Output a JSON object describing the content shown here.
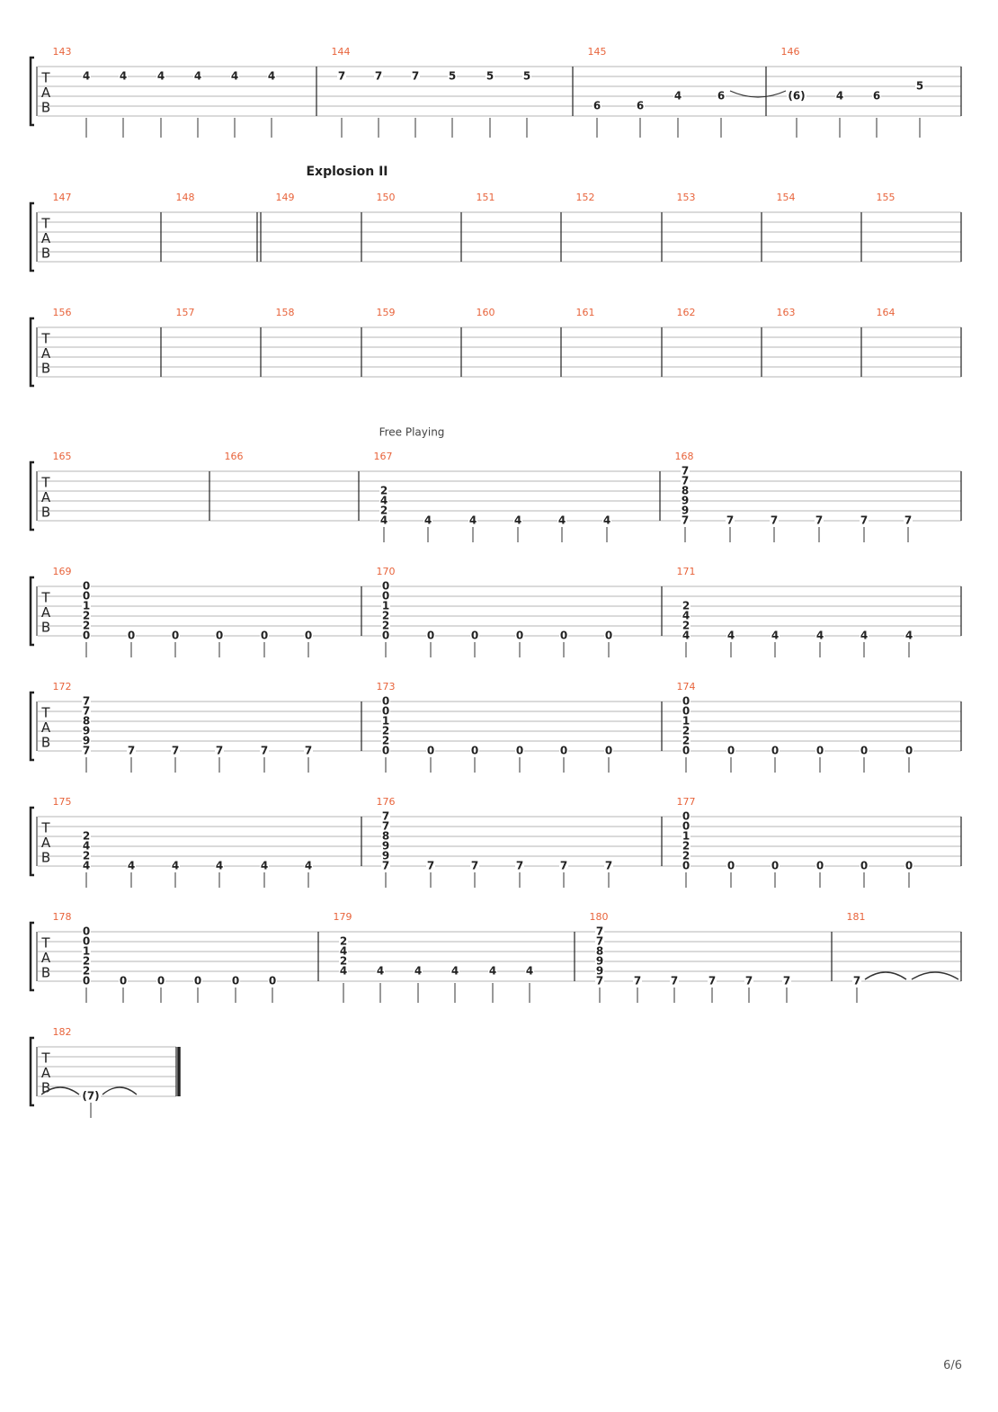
{
  "page": {
    "number_label": "6/6"
  },
  "tab_letters": [
    "T",
    "A",
    "B"
  ],
  "annotations": [
    {
      "id": "section-explosion-2",
      "text": "Explosion II",
      "system": 1,
      "measure": 149
    },
    {
      "id": "free-playing",
      "text": "Free Playing",
      "system": 3,
      "measure": 167
    }
  ],
  "systems": [
    {
      "measures": [
        {
          "number": "143",
          "notes": [
            {
              "s": 2,
              "f": "4"
            },
            {
              "s": 2,
              "f": "4"
            },
            {
              "s": 2,
              "f": "4"
            },
            {
              "s": 2,
              "f": "4"
            },
            {
              "s": 2,
              "f": "4"
            },
            {
              "s": 2,
              "f": "4"
            }
          ]
        },
        {
          "number": "144",
          "notes": [
            {
              "s": 2,
              "f": "7"
            },
            {
              "s": 2,
              "f": "7"
            },
            {
              "s": 2,
              "f": "7"
            },
            {
              "s": 2,
              "f": "5"
            },
            {
              "s": 2,
              "f": "5"
            },
            {
              "s": 2,
              "f": "5"
            }
          ]
        },
        {
          "number": "145",
          "notes": [
            {
              "s": 5,
              "f": "6"
            },
            {
              "s": 5,
              "f": "6"
            },
            {
              "s": 4,
              "f": "4"
            },
            {
              "s": 4,
              "f": "6",
              "tie": true
            }
          ]
        },
        {
          "number": "146",
          "notes": [
            {
              "s": 4,
              "f": "(6)"
            },
            {
              "s": 4,
              "f": "4"
            },
            {
              "s": 4,
              "f": "6"
            },
            {
              "s": 3,
              "f": "5"
            }
          ]
        }
      ]
    },
    {
      "measures": [
        {
          "number": "147",
          "notes": []
        },
        {
          "number": "148",
          "notes": []
        },
        {
          "number": "149",
          "notes": []
        },
        {
          "number": "150",
          "notes": []
        },
        {
          "number": "151",
          "notes": []
        },
        {
          "number": "152",
          "notes": []
        },
        {
          "number": "153",
          "notes": []
        },
        {
          "number": "154",
          "notes": []
        },
        {
          "number": "155",
          "notes": []
        }
      ]
    },
    {
      "measures": [
        {
          "number": "156",
          "notes": []
        },
        {
          "number": "157",
          "notes": []
        },
        {
          "number": "158",
          "notes": []
        },
        {
          "number": "159",
          "notes": []
        },
        {
          "number": "160",
          "notes": []
        },
        {
          "number": "161",
          "notes": []
        },
        {
          "number": "162",
          "notes": []
        },
        {
          "number": "163",
          "notes": []
        },
        {
          "number": "164",
          "notes": []
        }
      ]
    },
    {
      "measures": [
        {
          "number": "165",
          "notes": []
        },
        {
          "number": "166",
          "notes": []
        },
        {
          "number": "167",
          "notes": [
            {
              "chord": [
                [
                  3,
                  "2"
                ],
                [
                  4,
                  "4"
                ],
                [
                  5,
                  "2"
                ],
                [
                  6,
                  "4"
                ]
              ]
            },
            {
              "s": 6,
              "f": "4"
            },
            {
              "s": 6,
              "f": "4"
            },
            {
              "s": 6,
              "f": "4"
            },
            {
              "s": 6,
              "f": "4"
            },
            {
              "s": 6,
              "f": "4"
            }
          ]
        },
        {
          "number": "168",
          "notes": [
            {
              "chord": [
                [
                  1,
                  "7"
                ],
                [
                  2,
                  "7"
                ],
                [
                  3,
                  "8"
                ],
                [
                  4,
                  "9"
                ],
                [
                  5,
                  "9"
                ],
                [
                  6,
                  "7"
                ]
              ]
            },
            {
              "s": 6,
              "f": "7"
            },
            {
              "s": 6,
              "f": "7"
            },
            {
              "s": 6,
              "f": "7"
            },
            {
              "s": 6,
              "f": "7"
            },
            {
              "s": 6,
              "f": "7"
            }
          ]
        }
      ]
    },
    {
      "measures": [
        {
          "number": "169",
          "notes": [
            {
              "chord": [
                [
                  1,
                  "0"
                ],
                [
                  2,
                  "0"
                ],
                [
                  3,
                  "1"
                ],
                [
                  4,
                  "2"
                ],
                [
                  5,
                  "2"
                ],
                [
                  6,
                  "0"
                ]
              ]
            },
            {
              "s": 6,
              "f": "0"
            },
            {
              "s": 6,
              "f": "0"
            },
            {
              "s": 6,
              "f": "0"
            },
            {
              "s": 6,
              "f": "0"
            },
            {
              "s": 6,
              "f": "0"
            }
          ]
        },
        {
          "number": "170",
          "notes": [
            {
              "chord": [
                [
                  1,
                  "0"
                ],
                [
                  2,
                  "0"
                ],
                [
                  3,
                  "1"
                ],
                [
                  4,
                  "2"
                ],
                [
                  5,
                  "2"
                ],
                [
                  6,
                  "0"
                ]
              ]
            },
            {
              "s": 6,
              "f": "0"
            },
            {
              "s": 6,
              "f": "0"
            },
            {
              "s": 6,
              "f": "0"
            },
            {
              "s": 6,
              "f": "0"
            },
            {
              "s": 6,
              "f": "0"
            }
          ]
        },
        {
          "number": "171",
          "notes": [
            {
              "chord": [
                [
                  3,
                  "2"
                ],
                [
                  4,
                  "4"
                ],
                [
                  5,
                  "2"
                ],
                [
                  6,
                  "4"
                ]
              ]
            },
            {
              "s": 6,
              "f": "4"
            },
            {
              "s": 6,
              "f": "4"
            },
            {
              "s": 6,
              "f": "4"
            },
            {
              "s": 6,
              "f": "4"
            },
            {
              "s": 6,
              "f": "4"
            }
          ]
        }
      ]
    },
    {
      "measures": [
        {
          "number": "172",
          "notes": [
            {
              "chord": [
                [
                  1,
                  "7"
                ],
                [
                  2,
                  "7"
                ],
                [
                  3,
                  "8"
                ],
                [
                  4,
                  "9"
                ],
                [
                  5,
                  "9"
                ],
                [
                  6,
                  "7"
                ]
              ]
            },
            {
              "s": 6,
              "f": "7"
            },
            {
              "s": 6,
              "f": "7"
            },
            {
              "s": 6,
              "f": "7"
            },
            {
              "s": 6,
              "f": "7"
            },
            {
              "s": 6,
              "f": "7"
            }
          ]
        },
        {
          "number": "173",
          "notes": [
            {
              "chord": [
                [
                  1,
                  "0"
                ],
                [
                  2,
                  "0"
                ],
                [
                  3,
                  "1"
                ],
                [
                  4,
                  "2"
                ],
                [
                  5,
                  "2"
                ],
                [
                  6,
                  "0"
                ]
              ]
            },
            {
              "s": 6,
              "f": "0"
            },
            {
              "s": 6,
              "f": "0"
            },
            {
              "s": 6,
              "f": "0"
            },
            {
              "s": 6,
              "f": "0"
            },
            {
              "s": 6,
              "f": "0"
            }
          ]
        },
        {
          "number": "174",
          "notes": [
            {
              "chord": [
                [
                  1,
                  "0"
                ],
                [
                  2,
                  "0"
                ],
                [
                  3,
                  "1"
                ],
                [
                  4,
                  "2"
                ],
                [
                  5,
                  "2"
                ],
                [
                  6,
                  "0"
                ]
              ]
            },
            {
              "s": 6,
              "f": "0"
            },
            {
              "s": 6,
              "f": "0"
            },
            {
              "s": 6,
              "f": "0"
            },
            {
              "s": 6,
              "f": "0"
            },
            {
              "s": 6,
              "f": "0"
            }
          ]
        }
      ]
    },
    {
      "measures": [
        {
          "number": "175",
          "notes": [
            {
              "chord": [
                [
                  3,
                  "2"
                ],
                [
                  4,
                  "4"
                ],
                [
                  5,
                  "2"
                ],
                [
                  6,
                  "4"
                ]
              ]
            },
            {
              "s": 6,
              "f": "4"
            },
            {
              "s": 6,
              "f": "4"
            },
            {
              "s": 6,
              "f": "4"
            },
            {
              "s": 6,
              "f": "4"
            },
            {
              "s": 6,
              "f": "4"
            }
          ]
        },
        {
          "number": "176",
          "notes": [
            {
              "chord": [
                [
                  1,
                  "7"
                ],
                [
                  2,
                  "7"
                ],
                [
                  3,
                  "8"
                ],
                [
                  4,
                  "9"
                ],
                [
                  5,
                  "9"
                ],
                [
                  6,
                  "7"
                ]
              ]
            },
            {
              "s": 6,
              "f": "7"
            },
            {
              "s": 6,
              "f": "7"
            },
            {
              "s": 6,
              "f": "7"
            },
            {
              "s": 6,
              "f": "7"
            },
            {
              "s": 6,
              "f": "7"
            }
          ]
        },
        {
          "number": "177",
          "notes": [
            {
              "chord": [
                [
                  1,
                  "0"
                ],
                [
                  2,
                  "0"
                ],
                [
                  3,
                  "1"
                ],
                [
                  4,
                  "2"
                ],
                [
                  5,
                  "2"
                ],
                [
                  6,
                  "0"
                ]
              ]
            },
            {
              "s": 6,
              "f": "0"
            },
            {
              "s": 6,
              "f": "0"
            },
            {
              "s": 6,
              "f": "0"
            },
            {
              "s": 6,
              "f": "0"
            },
            {
              "s": 6,
              "f": "0"
            }
          ]
        }
      ]
    },
    {
      "measures": [
        {
          "number": "178",
          "notes": [
            {
              "chord": [
                [
                  1,
                  "0"
                ],
                [
                  2,
                  "0"
                ],
                [
                  3,
                  "1"
                ],
                [
                  4,
                  "2"
                ],
                [
                  5,
                  "2"
                ],
                [
                  6,
                  "0"
                ]
              ]
            },
            {
              "s": 6,
              "f": "0"
            },
            {
              "s": 6,
              "f": "0"
            },
            {
              "s": 6,
              "f": "0"
            },
            {
              "s": 6,
              "f": "0"
            },
            {
              "s": 6,
              "f": "0"
            }
          ]
        },
        {
          "number": "179",
          "notes": [
            {
              "chord": [
                [
                  2,
                  "2"
                ],
                [
                  3,
                  "4"
                ],
                [
                  4,
                  "2"
                ],
                [
                  5,
                  "4"
                ]
              ]
            },
            {
              "s": 5,
              "f": "4"
            },
            {
              "s": 5,
              "f": "4"
            },
            {
              "s": 5,
              "f": "4"
            },
            {
              "s": 5,
              "f": "4"
            },
            {
              "s": 5,
              "f": "4"
            }
          ]
        },
        {
          "number": "180",
          "notes": [
            {
              "chord": [
                [
                  1,
                  "7"
                ],
                [
                  2,
                  "7"
                ],
                [
                  3,
                  "8"
                ],
                [
                  4,
                  "9"
                ],
                [
                  5,
                  "9"
                ],
                [
                  6,
                  "7"
                ]
              ]
            },
            {
              "s": 6,
              "f": "7"
            },
            {
              "s": 6,
              "f": "7"
            },
            {
              "s": 6,
              "f": "7"
            },
            {
              "s": 6,
              "f": "7"
            },
            {
              "s": 6,
              "f": "7"
            }
          ]
        },
        {
          "number": "181",
          "notes": [
            {
              "s": 6,
              "f": "7",
              "tie": true
            }
          ]
        }
      ]
    },
    {
      "measures": [
        {
          "number": "182",
          "notes": [
            {
              "s": 6,
              "f": "(7)",
              "tie": true
            }
          ]
        }
      ]
    }
  ]
}
